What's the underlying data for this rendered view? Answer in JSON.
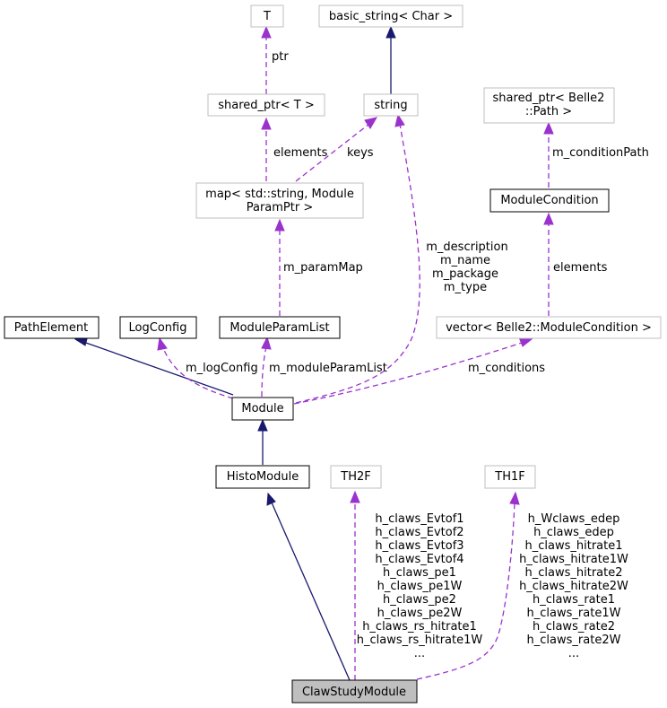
{
  "nodes": {
    "T": "T",
    "basic_string": "basic_string< Char >",
    "shared_ptr_t": "shared_ptr< T >",
    "string": "string",
    "shared_ptr_path_1": "shared_ptr< Belle2",
    "shared_ptr_path_2": "::Path >",
    "map_1": "map< std::string, Module",
    "map_2": "ParamPtr >",
    "module_condition": "ModuleCondition",
    "path_element": "PathElement",
    "log_config": "LogConfig",
    "module_param_list": "ModuleParamList",
    "vector_conditions": "vector< Belle2::ModuleCondition >",
    "module": "Module",
    "histo_module": "HistoModule",
    "th2f": "TH2F",
    "th1f": "TH1F",
    "claw_study_module": "ClawStudyModule"
  },
  "edge_labels": {
    "ptr": "ptr",
    "elements_map": "elements",
    "keys": "keys",
    "m_condition_path": "m_conditionPath",
    "m_param_map": "m_paramMap",
    "m_description": "m_description",
    "m_name": "m_name",
    "m_package": "m_package",
    "m_type": "m_type",
    "elements_vector": "elements",
    "m_log_config": "m_logConfig",
    "m_module_param_list": "m_moduleParamList",
    "m_conditions": "m_conditions",
    "th2f_members": [
      "h_claws_Evtof1",
      "h_claws_Evtof2",
      "h_claws_Evtof3",
      "h_claws_Evtof4",
      "h_claws_pe1",
      "h_claws_pe1W",
      "h_claws_pe2",
      "h_claws_pe2W",
      "h_claws_rs_hitrate1",
      "h_claws_rs_hitrate1W",
      "..."
    ],
    "th1f_members": [
      "h_Wclaws_edep",
      "h_claws_edep",
      "h_claws_hitrate1",
      "h_claws_hitrate1W",
      "h_claws_hitrate2",
      "h_claws_hitrate2W",
      "h_claws_rate1",
      "h_claws_rate1W",
      "h_claws_rate2",
      "h_claws_rate2W",
      "..."
    ]
  },
  "colors": {
    "inheritance_edge": "#191970",
    "usage_edge": "#9a32cd",
    "grey_border": "#bfbfbf",
    "focus_fill": "#bfbfbf"
  }
}
